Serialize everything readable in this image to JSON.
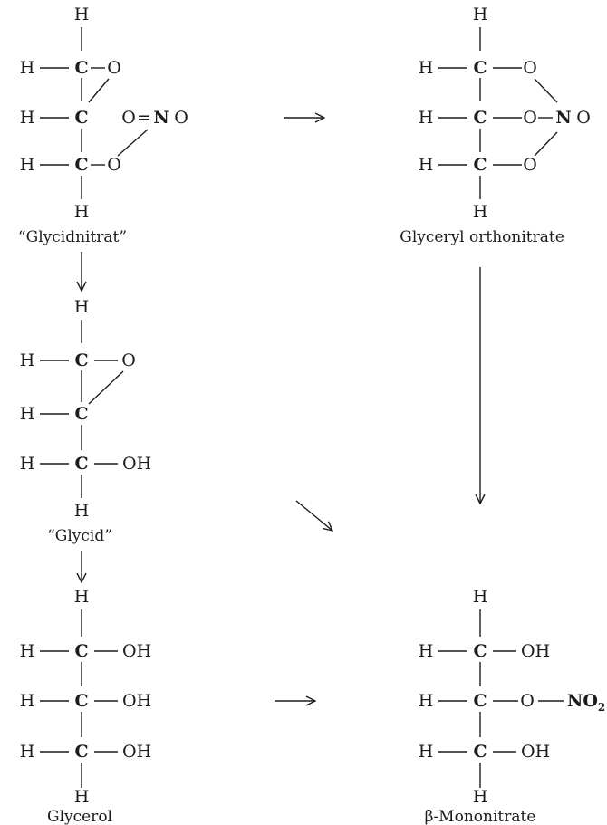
{
  "atoms": {
    "hydrogen": "H",
    "carbon": "C",
    "oxygen": "O",
    "hydroxyl": "OH",
    "nitrogen": "N",
    "nitroso_oxygen": "O",
    "nitro_group": "NO",
    "nitro_subscript": "2",
    "double_bond": "="
  },
  "captions": {
    "glycidnitrat": "“Glycidnitrat”",
    "glyceryl_orthonitrate": "Glyceryl orthonitrate",
    "glycid": "“Glycid”",
    "glycerol": "Glycerol",
    "beta_mononitrate": "β-Mononitrate"
  }
}
